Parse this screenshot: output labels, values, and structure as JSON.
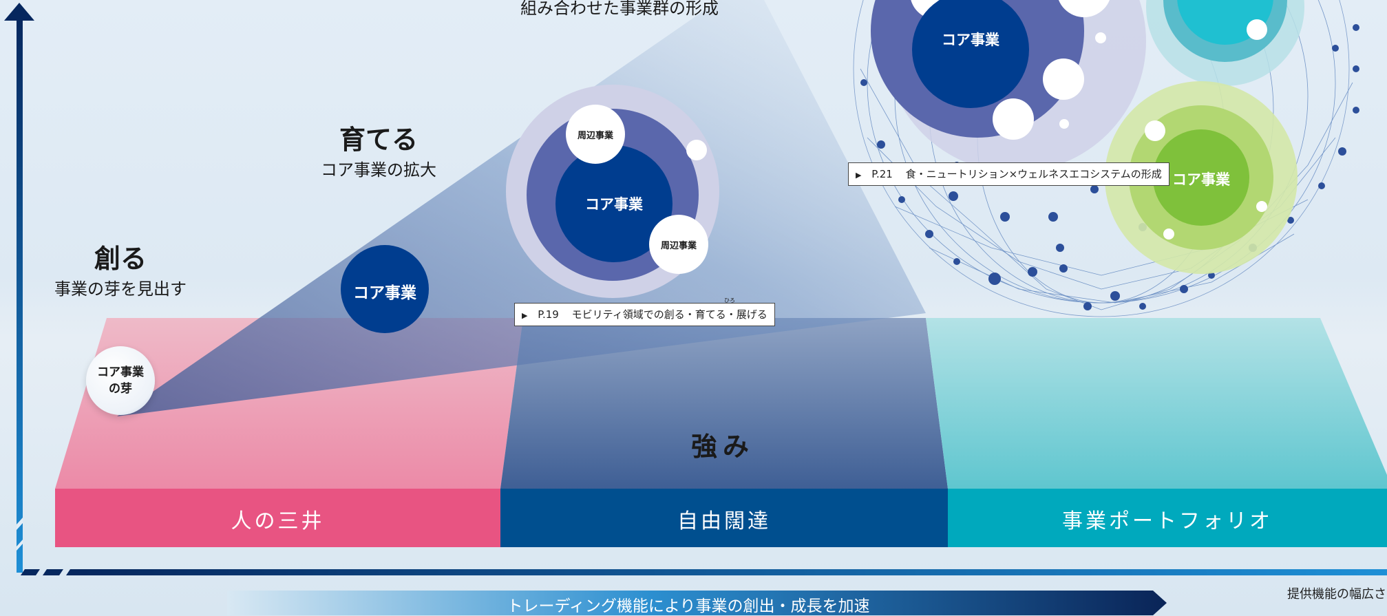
{
  "stages": {
    "create": {
      "title": "創る",
      "subtitle": "事業の芽を見出す"
    },
    "grow": {
      "title": "育てる",
      "subtitle": "コア事業の拡大"
    },
    "expand": {
      "subtitle": "組み合わせた事業群の形成"
    }
  },
  "circles": {
    "seed": "コア事業の芽",
    "seed_line1": "コア事業",
    "seed_line2": "の芽",
    "core": "コア事業",
    "peripheral": "周辺事業"
  },
  "refs": {
    "mobility": {
      "page": "P.19",
      "text": "モビリティ領域での創る・育てる・展げる",
      "ruby": "ひろ"
    },
    "food": {
      "page": "P.21",
      "text": "食・ニュートリション×ウェルネスエコシステムの形成"
    }
  },
  "strength": {
    "label": "強み"
  },
  "pillars": [
    {
      "label": "人の三井",
      "color": "#e85482"
    },
    {
      "label": "自由闊達",
      "color": "#004f8f"
    },
    {
      "label": "事業ポートフォリオ",
      "color": "#00a9bd"
    }
  ],
  "axis": {
    "x_label": "トレーディング機能により事業の創出・成長を加速",
    "x_right": "提供機能の幅広さ"
  },
  "colors": {
    "navy": "#003d8f",
    "purple_mid": "#5b68ad",
    "lavender": "#cdd0e6",
    "teal": "#1fc0d1",
    "green": "#7fc13b",
    "lime_light": "#cde5a0"
  }
}
